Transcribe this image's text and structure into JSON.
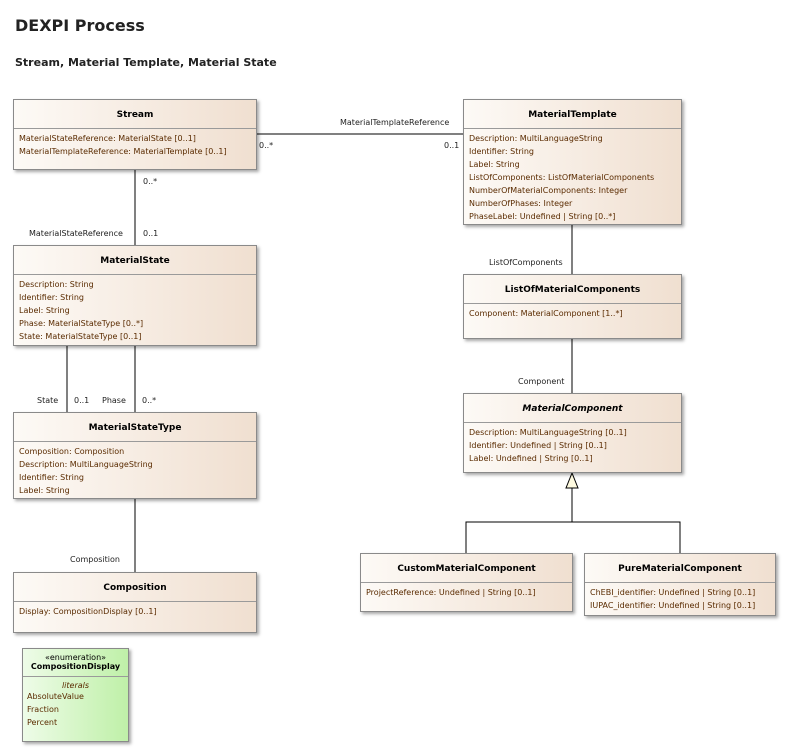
{
  "title": "DEXPI Process",
  "subtitle": "Stream, Material Template, Material State",
  "classes": {
    "stream": {
      "name": "Stream",
      "attrs": [
        "MaterialStateReference: MaterialState [0..1]",
        "MaterialTemplateReference: MaterialTemplate [0..1]"
      ]
    },
    "material_template": {
      "name": "MaterialTemplate",
      "attrs": [
        "Description: MultiLanguageString",
        "Identifier: String",
        "Label: String",
        "ListOfComponents: ListOfMaterialComponents",
        "NumberOfMaterialComponents: Integer",
        "NumberOfPhases: Integer",
        "PhaseLabel: Undefined | String [0..*]"
      ]
    },
    "material_state": {
      "name": "MaterialState",
      "attrs": [
        "Description: String",
        "Identifier: String",
        "Label: String",
        "Phase: MaterialStateType [0..*]",
        "State: MaterialStateType [0..1]"
      ]
    },
    "list_of_material_components": {
      "name": "ListOfMaterialComponents",
      "attrs": [
        "Component: MaterialComponent [1..*]"
      ]
    },
    "material_state_type": {
      "name": "MaterialStateType",
      "attrs": [
        "Composition: Composition",
        "Description: MultiLanguageString",
        "Identifier: String",
        "Label: String"
      ]
    },
    "material_component": {
      "name": "MaterialComponent",
      "attrs": [
        "Description: MultiLanguageString [0..1]",
        "Identifier: Undefined | String [0..1]",
        "Label: Undefined | String [0..1]"
      ]
    },
    "custom_material_component": {
      "name": "CustomMaterialComponent",
      "attrs": [
        "ProjectReference: Undefined | String [0..1]"
      ]
    },
    "pure_material_component": {
      "name": "PureMaterialComponent",
      "attrs": [
        "ChEBI_identifier: Undefined | String [0..1]",
        "IUPAC_identifier: Undefined | String [0..1]"
      ]
    },
    "composition": {
      "name": "Composition",
      "attrs": [
        "Display: CompositionDisplay [0..1]"
      ]
    }
  },
  "enumeration": {
    "stereotype": "«enumeration»",
    "name": "CompositionDisplay",
    "literals_header": "literals",
    "literals": [
      "AbsoluteValue",
      "Fraction",
      "Percent"
    ]
  },
  "associations": {
    "material_template_reference": {
      "role": "MaterialTemplateReference",
      "source_mult": "0..*",
      "target_mult": "0..1"
    },
    "material_state_reference": {
      "role": "MaterialStateReference",
      "source_mult": "0..*",
      "target_mult": "0..1"
    },
    "list_of_components": {
      "role": "ListOfComponents"
    },
    "component": {
      "role": "Component"
    },
    "state": {
      "role": "State",
      "target_mult": "0..1"
    },
    "phase": {
      "role": "Phase",
      "target_mult": "0..*"
    },
    "composition": {
      "role": "Composition"
    }
  }
}
